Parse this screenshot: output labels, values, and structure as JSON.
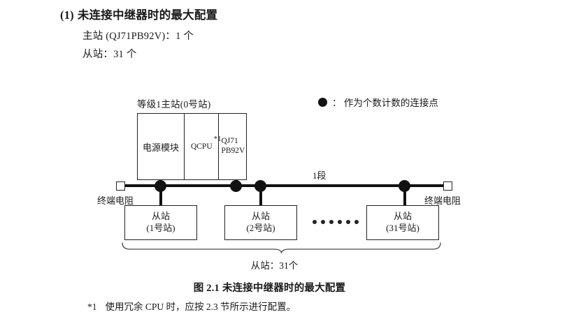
{
  "heading": {
    "number": "(1)",
    "text": "未连接中继器时的最大配置"
  },
  "spec_lines": {
    "master": "主站 (QJ71PB92V)：1 个",
    "slave": "从站：31 个"
  },
  "legend": {
    "marker": "filled-circle",
    "text": "： 作为个数计数的连接点"
  },
  "diagram": {
    "master_station_label": "等级1主站(0号站)",
    "module": {
      "power_supply": "电源模块",
      "cpu": "QCPU",
      "cpu_footnote_mark": "*1",
      "network_line1": "QJ71",
      "network_line2": "PB92V"
    },
    "segment_label": "1段",
    "terminator_left": "终端电阻",
    "terminator_right": "终端电阻",
    "slaves": [
      {
        "title": "从站",
        "station": "(1号站)"
      },
      {
        "title": "从站",
        "station": "(2号站)"
      },
      {
        "title": "从站",
        "station": "(31号站)"
      }
    ],
    "ellipsis_dot_count": 6,
    "brace_label": "从站：31个"
  },
  "caption": "图 2.1  未连接中继器时的最大配置",
  "footnote": {
    "mark": "*1",
    "text": "使用冗余 CPU 时，应按 2.3 节所示进行配置。"
  },
  "colors": {
    "ink": "#1a1a1a",
    "line": "#222222",
    "node": "#111111",
    "background": "#ffffff"
  }
}
